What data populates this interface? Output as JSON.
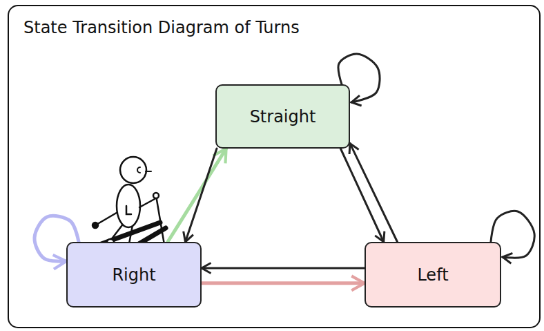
{
  "diagram": {
    "title": "State Transition Diagram of Turns",
    "nodes": [
      {
        "text": [
          "Straight"
        ]
      },
      {
        "text": [
          "Right"
        ]
      },
      {
        "text": [
          "Left"
        ]
      }
    ],
    "edges": [
      {
        "from": 0,
        "to": 0,
        "arrow": "to"
      },
      {
        "from": 1,
        "to": 1,
        "arrow": "to"
      },
      {
        "from": 2,
        "to": 2,
        "arrow": "to"
      },
      {
        "from": 1,
        "to": 0,
        "arrow": "to"
      },
      {
        "from": 0,
        "to": 1,
        "arrow": "to"
      },
      {
        "from": 0,
        "to": 2,
        "arrow": "to"
      },
      {
        "from": 2,
        "to": 0,
        "arrow": "to"
      },
      {
        "from": 2,
        "to": 1,
        "arrow": "to"
      },
      {
        "from": 1,
        "to": 2,
        "arrow": "to"
      }
    ]
  }
}
